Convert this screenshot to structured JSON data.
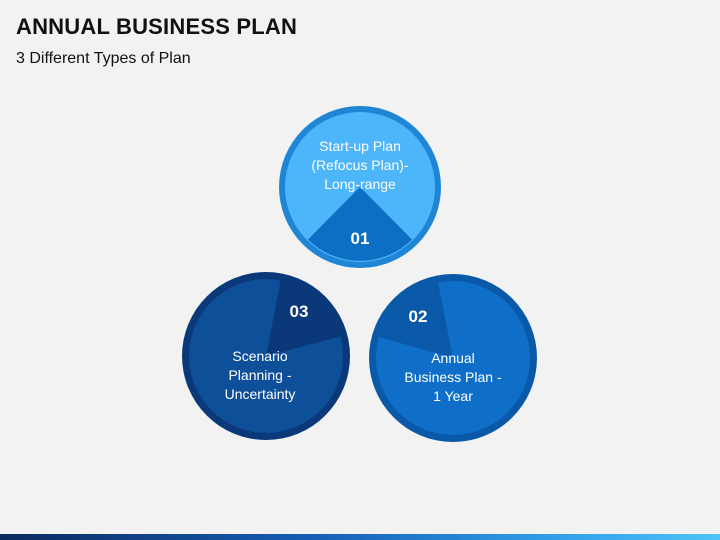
{
  "slide": {
    "title": "ANNUAL BUSINESS PLAN",
    "subtitle": "3 Different Types of Plan"
  },
  "plans": [
    {
      "number": "01",
      "lines": [
        "Start-up Plan",
        "(Refocus Plan)-",
        "Long-range"
      ]
    },
    {
      "number": "02",
      "lines": [
        "Annual",
        "Business Plan -",
        "1 Year"
      ]
    },
    {
      "number": "03",
      "lines": [
        "Scenario",
        "Planning -",
        "Uncertainty"
      ]
    }
  ],
  "colors": {
    "plan_01_ring": "#1f86d6",
    "plan_01_fill": "#4db5fa",
    "plan_01_wedge": "#0d6fc4",
    "plan_02_ring": "#0a59a8",
    "plan_02_fill": "#0f6fc8",
    "plan_02_wedge": "#0a59a8",
    "plan_03_ring": "#0a3878",
    "plan_03_fill": "#0d4f98",
    "plan_03_wedge": "#0a3878"
  }
}
